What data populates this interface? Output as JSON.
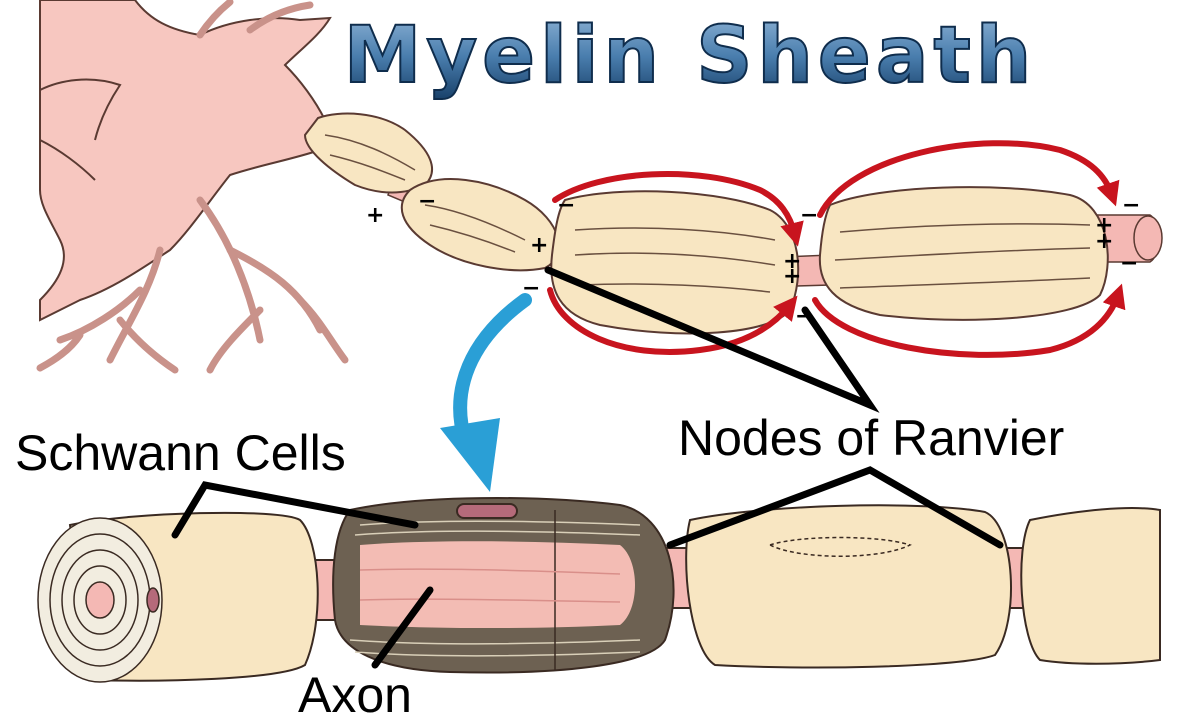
{
  "title": "Myelin Sheath",
  "labels": {
    "schwann_cells": "Schwann Cells",
    "nodes_of_ranvier": "Nodes of Ranvier",
    "axon": "Axon"
  },
  "charges": {
    "plus": "+",
    "minus": "−"
  },
  "colors": {
    "title_top": "#6f9bc4",
    "title_bottom": "#1c4a78",
    "cell_body": "#f7c7c0",
    "myelin": "#f8e6c2",
    "axon": "#f4b8b4",
    "signal_arrow": "#c8141e",
    "transition_arrow": "#2a9fd6",
    "outline": "#3a2a22"
  }
}
